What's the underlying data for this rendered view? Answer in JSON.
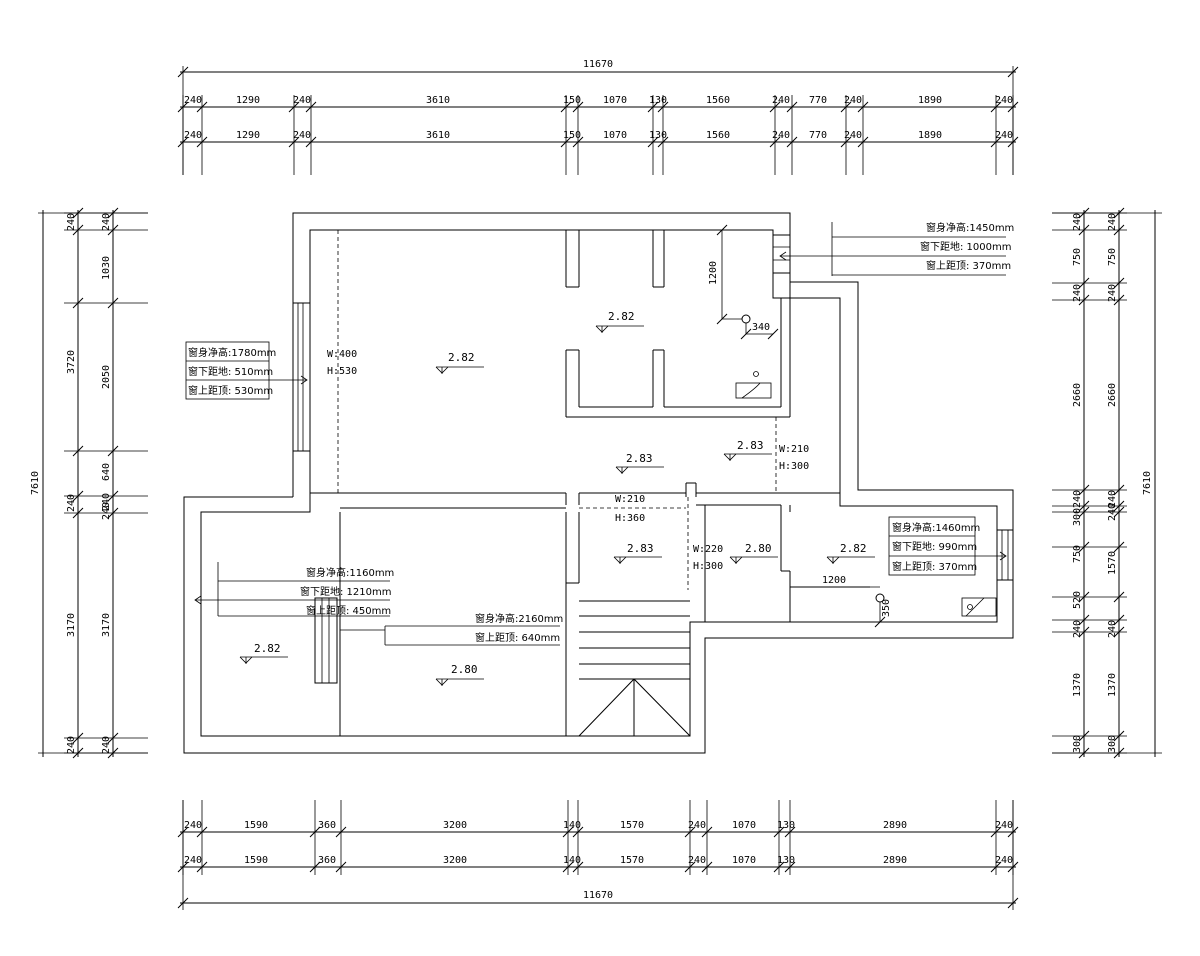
{
  "dims": {
    "top_total": "11670",
    "bottom_total": "11670",
    "top_row1": [
      "240",
      "1290",
      "240",
      "3610",
      "150",
      "1070",
      "130",
      "1560",
      "240",
      "770",
      "240",
      "1890",
      "240"
    ],
    "top_row2": [
      "240",
      "1290",
      "240",
      "3610",
      "150",
      "1070",
      "130",
      "1560",
      "240",
      "770",
      "240",
      "1890",
      "240"
    ],
    "bottom_row1": [
      "240",
      "1590",
      "360",
      "3200",
      "140",
      "1570",
      "240",
      "1070",
      "130",
      "2890",
      "240"
    ],
    "bottom_row2": [
      "240",
      "1590",
      "360",
      "3200",
      "140",
      "1570",
      "240",
      "1070",
      "130",
      "2890",
      "240"
    ],
    "left_total": "7610",
    "left_col1": [
      "240",
      "3720",
      "240",
      "3170",
      "240"
    ],
    "left_col2": [
      "240",
      "1030",
      "2050",
      "640",
      "240",
      "240",
      "3170",
      "240"
    ],
    "right_total": "7610",
    "right_col1": [
      "240",
      "750",
      "240",
      "2660",
      "240",
      "300",
      "750",
      "520",
      "240",
      "1370",
      "300"
    ],
    "right_col2": [
      "240",
      "750",
      "240",
      "2660",
      "240",
      "240",
      "1570",
      "240",
      "1370",
      "300"
    ]
  },
  "heights": [
    "2.82",
    "2.82",
    "2.83",
    "2.83",
    "2.83",
    "2.80",
    "2.82",
    "2.82",
    "2.80"
  ],
  "openings": {
    "o1_w": "W:400",
    "o1_h": "H:530",
    "o2_w": "W:210",
    "o2_h": "H:300",
    "o3_w": "W:210",
    "o3_h": "H:360",
    "o4_w": "W:220",
    "o4_h": "H:300"
  },
  "inner_dims": [
    "1200",
    "340",
    "1200",
    "350"
  ],
  "windows": {
    "w1": [
      "窗身净高:1450mm",
      "窗下距地: 1000mm",
      "窗上距顶: 370mm"
    ],
    "w2": [
      "窗身净高:1780mm",
      "窗下距地: 510mm",
      "窗上距顶: 530mm"
    ],
    "w3": [
      "窗身净高:1460mm",
      "窗下距地: 990mm",
      "窗上距顶: 370mm"
    ],
    "w4": [
      "窗身净高:1160mm",
      "窗下距地: 1210mm",
      "窗上距顶: 450mm"
    ],
    "w5": [
      "窗身净高:2160mm",
      "窗上距顶: 640mm"
    ]
  },
  "colors": {
    "line": "#000000",
    "background": "#ffffff"
  }
}
